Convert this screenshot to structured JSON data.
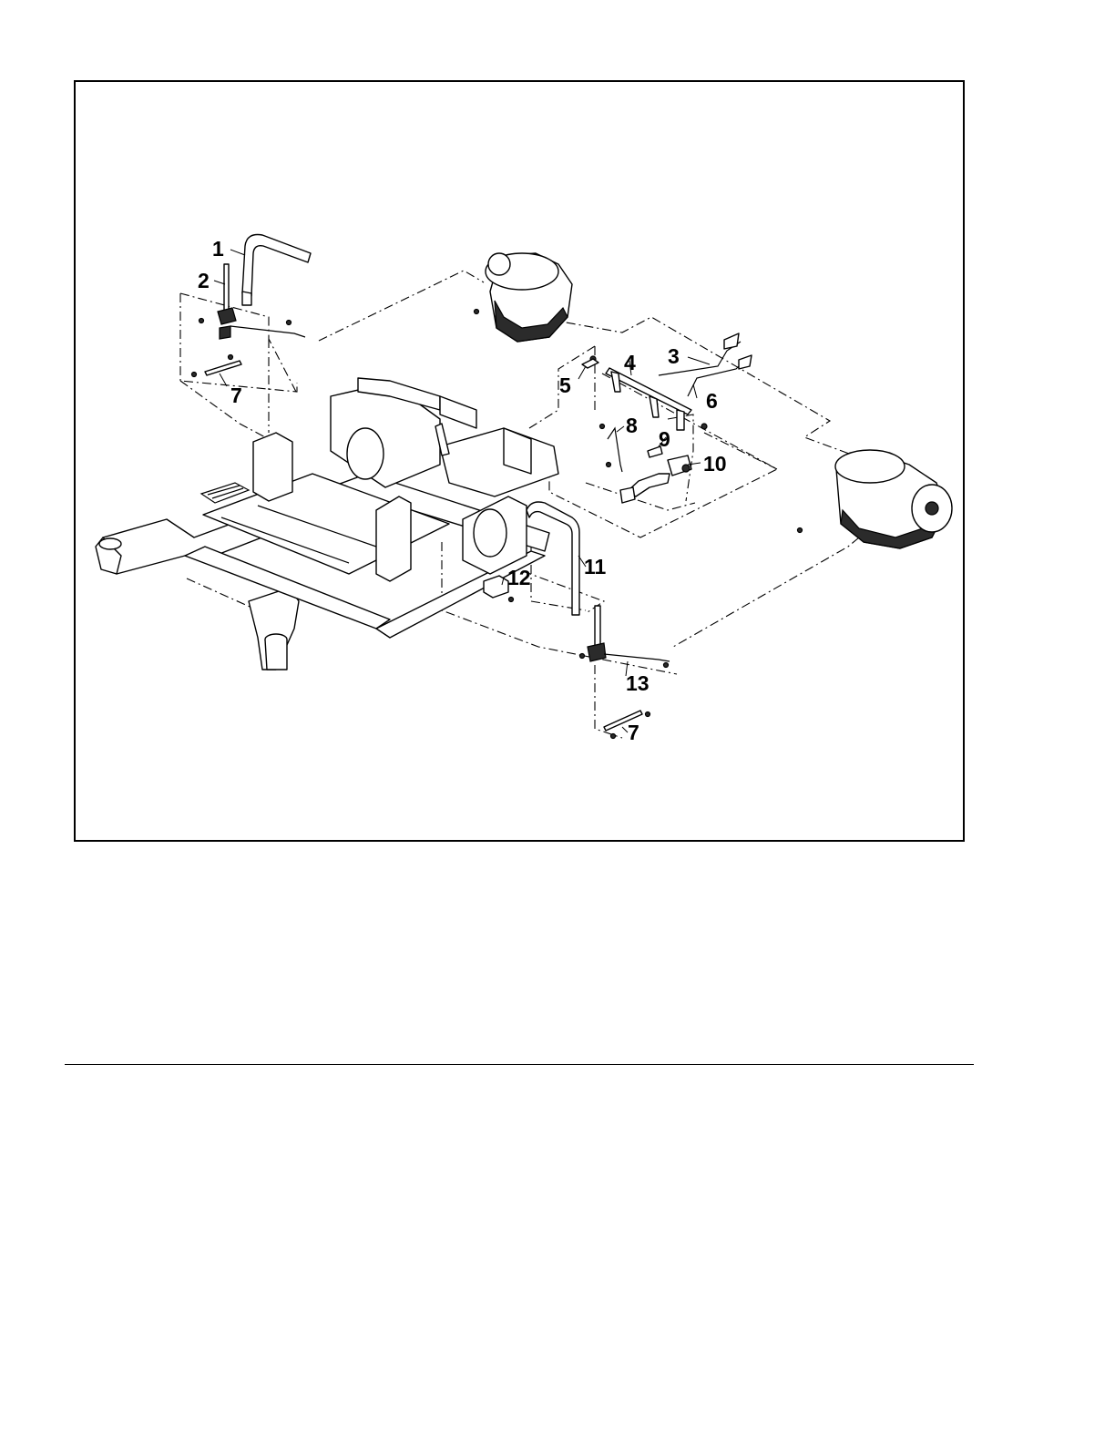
{
  "figure": {
    "callouts": [
      "1",
      "2",
      "3",
      "4",
      "5",
      "6",
      "7",
      "8",
      "9",
      "10",
      "11",
      "12",
      "13",
      "7"
    ]
  }
}
